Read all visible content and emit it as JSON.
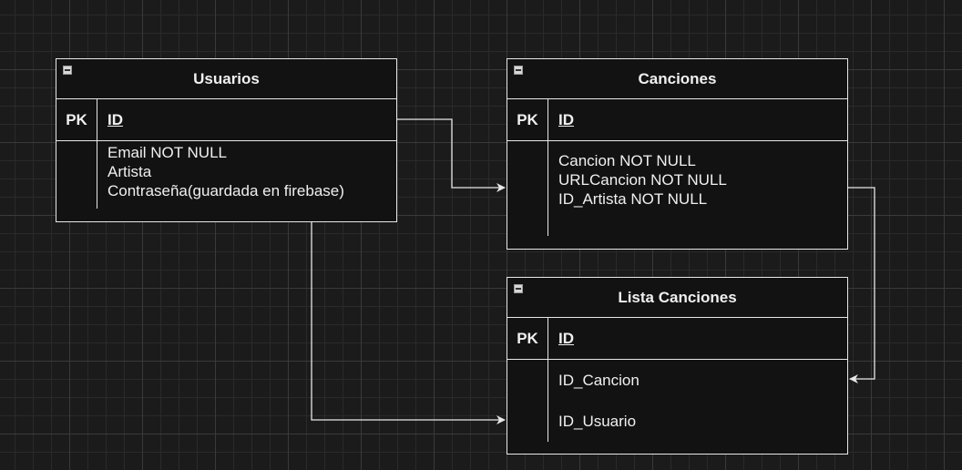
{
  "tables": {
    "usuarios": {
      "title": "Usuarios",
      "pk_label": "PK",
      "pk_field": "ID",
      "fields": [
        "Email NOT NULL",
        "Artista",
        "Contraseña(guardada en firebase)"
      ]
    },
    "canciones": {
      "title": "Canciones",
      "pk_label": "PK",
      "pk_field": "ID",
      "fields": [
        "Cancion NOT NULL",
        "URLCancion NOT NULL",
        "ID_Artista NOT NULL"
      ]
    },
    "lista_canciones": {
      "title": "Lista Canciones",
      "pk_label": "PK",
      "pk_field": "ID",
      "fields": [
        "ID_Cancion",
        "ID_Usuario"
      ]
    }
  },
  "colors": {
    "background": "#1b1b1b",
    "table_fill": "#121212",
    "stroke": "#e8e8e8",
    "text": "#f0f0f0"
  },
  "relations": [
    {
      "from": "Usuarios.ID",
      "to": "Canciones"
    },
    {
      "from": "Usuarios",
      "to": "Lista Canciones.ID_Usuario"
    },
    {
      "from": "Canciones",
      "to": "Lista Canciones.ID_Cancion"
    }
  ]
}
